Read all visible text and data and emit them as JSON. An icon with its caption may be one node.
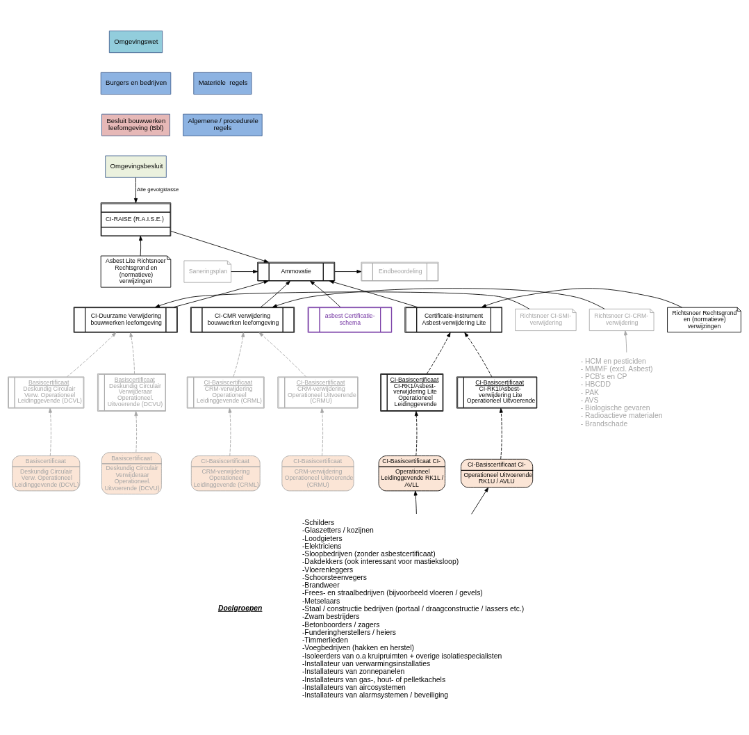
{
  "diagram": {
    "nodes": [
      {
        "text": [
          "Omgevingswet"
        ]
      },
      {
        "text": [
          "Materiële  regels"
        ]
      },
      {
        "text": [
          "Burgers en bedrijven"
        ]
      },
      {
        "text": [
          "Algemene / procedurele regels"
        ]
      },
      {
        "text": [
          "Besluit bouwwerken leefomgeving (Bbl)"
        ]
      },
      {
        "text": [
          "Omgevingsbesluit"
        ]
      },
      {
        "text": [
          "CI-RAISE (R.A.I.S.E.)"
        ]
      },
      {
        "text": [
          "Asbest Lite Richtsnoer Rechtsgrond en (normatieve) verwijzingen"
        ]
      },
      {
        "text": [
          "Saneringsplan"
        ]
      },
      {
        "text": [
          "Ammovatie"
        ]
      },
      {
        "text": [
          "Eindbeoordeling"
        ]
      },
      {
        "text": [
          "CI-Duurzame Verwijdering bouwwerken leefomgeving"
        ]
      },
      {
        "text": [
          "Richtsnoer CI-SMI-verwijdering"
        ]
      },
      {
        "text": [
          "CI-CMR verwijdering bouwwerken leefomgeving"
        ]
      },
      {
        "text": [
          "Richtsnoer CI-CRM-verwijdering"
        ]
      },
      {
        "text": [
          "asbest Certificatie-schema"
        ]
      },
      {
        "text": [
          "Certificatie-instrument Asbest-verwijdering Lite"
        ]
      },
      {
        "text": [
          "Richtsnoer Rechtsgrond en (normatieve) verwijzingen"
        ]
      },
      {
        "text": [
          "Basiscertificaat",
          "Deskundig Circulair Verw. Operationeel Leidinggevende (DCVL)"
        ]
      },
      {
        "text": [
          "Basiscertificaat",
          "Deskundig Circulair Verwijderaar Operationeel. Uitvoerende (DCVU)"
        ]
      },
      {
        "text": [
          "CI-Basiscertificaat",
          "CRM-verwijdering Operationeel Leidinggevende (CRML)"
        ]
      },
      {
        "text": [
          "CI-Basiscertificaat",
          "CRM-verwijdering Operationeel Uitvoerende (CRMU)"
        ]
      },
      {
        "text": [
          "- HCM en pesticiden",
          "- MMMF (excl. Asbest)",
          "- PCB's en CP",
          "- HBCDD",
          "- PAK",
          "- AVS",
          "- Biologische gevaren",
          "- Radioactieve materialen",
          "- Brandschade"
        ]
      },
      {
        "text": [
          "CI-Basiscertificaat",
          "CI-RK1/Asbest-verwijdering Lite Operationeel Leidinggevende"
        ]
      },
      {
        "text": [
          "CI-Basiscertificaat",
          "CI-RK1/Asbest-verwijdering Lite Operationeel Uitvoerende"
        ]
      },
      {
        "text": [
          "Basiscertificaat",
          "Deskundig Circulair Verw. Operationeel Leidinggevende (DCVL)"
        ]
      },
      {
        "text": [
          "Basiscertificaat",
          "Deskundig Circulair Verwijderaar Operationeel. Uitvoerende (DCVU)"
        ]
      },
      {
        "text": [
          "CI-Basiscertificaat",
          "CRM-verwijdering Operationeel Leidinggevende (CRML)"
        ]
      },
      {
        "text": [
          "CI-Basiscertificaat",
          "CRM-verwijdering Operationeel Uitvoerende (CRMU)"
        ]
      },
      {
        "text": [
          "CI-Basiscertificaat CI-",
          "Operationeel Leidinggevende RK1L / AVLL"
        ]
      },
      {
        "text": [
          "CI-Basiscertificaat CI-",
          "Operationeel Uitvoerende RK1U / AVLU"
        ]
      },
      {
        "text": [
          "-Schilders",
          "-Glaszetters / kozijnen",
          "-Loodgieters",
          "-Elektriciens",
          "-Sloopbedrijven (zonder asbestcertificaat)",
          "-Dakdekkers (ook interessant voor mastieksloop)",
          "-Vloerenleggers",
          "-Schoorsteenvegers",
          "-Brandweer",
          "-Frees- en straalbedrijven (bijvoorbeeld vloeren / gevels)",
          "-Metselaars",
          "-Staal / constructie bedrijven (portaal / draagconstructie / lassers etc.)",
          "-Zwam bestrijders",
          "-Betonboorders / zagers",
          "-Funderingherstellers / heiers",
          "-Timmerlieden",
          "-Voegbedrijven (hakken en herstel)",
          "-Isoleerders van o.a kruipruimten + overige isolatiespecialisten",
          "-Installateur van verwarmingsinstallaties",
          "-Installateurs van zonnepanelen",
          "-Installateurs van gas-, hout- of pelletkachels",
          "-Installateurs van aircosystemen",
          "-Installateurs van alarmsystemen / beveiliging"
        ]
      }
    ],
    "edges": [
      {
        "from": 5,
        "to": 6,
        "arrow": "to",
        "label": "Alle gevolgklasse"
      },
      {
        "from": 7,
        "to": 6,
        "arrow": "to"
      },
      {
        "from": 6,
        "to": 9,
        "arrow": "to"
      },
      {
        "from": 8,
        "to": 9,
        "arrow": "to"
      },
      {
        "from": 9,
        "to": 10,
        "arrow": "to"
      },
      {
        "from": 11,
        "to": 9,
        "arrow": "to"
      },
      {
        "from": 13,
        "to": 9,
        "arrow": "to"
      },
      {
        "from": 15,
        "to": 9,
        "arrow": "to"
      },
      {
        "from": 16,
        "to": 9,
        "arrow": "to"
      },
      {
        "from": 12,
        "to": 11,
        "arrow": "to"
      },
      {
        "from": 14,
        "to": 13,
        "arrow": "to"
      },
      {
        "from": 17,
        "to": 16,
        "arrow": "to"
      },
      {
        "from": 18,
        "to": 11,
        "arrow": "to",
        "style": "dashed",
        "color": "#a6a6a6"
      },
      {
        "from": 19,
        "to": 11,
        "arrow": "to",
        "style": "dashed",
        "color": "#a6a6a6"
      },
      {
        "from": 20,
        "to": 13,
        "arrow": "to",
        "style": "dashed",
        "color": "#a6a6a6"
      },
      {
        "from": 21,
        "to": 13,
        "arrow": "to",
        "style": "dashed",
        "color": "#a6a6a6"
      },
      {
        "from": 22,
        "to": 14,
        "arrow": "to",
        "color": "#a6a6a6"
      },
      {
        "from": 23,
        "to": 16,
        "arrow": "to",
        "style": "dashed"
      },
      {
        "from": 24,
        "to": 16,
        "arrow": "to",
        "style": "dashed"
      },
      {
        "from": 25,
        "to": 18,
        "arrow": "to",
        "style": "dashed",
        "color": "#a6a6a6"
      },
      {
        "from": 26,
        "to": 19,
        "arrow": "to",
        "style": "dashed",
        "color": "#a6a6a6"
      },
      {
        "from": 27,
        "to": 20,
        "arrow": "to",
        "style": "dashed",
        "color": "#a6a6a6"
      },
      {
        "from": 28,
        "to": 21,
        "arrow": "to",
        "style": "dashed",
        "color": "#a6a6a6"
      },
      {
        "from": 29,
        "to": 23,
        "arrow": "to",
        "style": "dashed"
      },
      {
        "from": 30,
        "to": 24,
        "arrow": "to",
        "style": "dashed"
      },
      {
        "from": 31,
        "to": 29,
        "arrow": "to"
      },
      {
        "from": 31,
        "to": 30,
        "arrow": "to"
      }
    ],
    "labels": [
      "Doelgroepen"
    ]
  }
}
